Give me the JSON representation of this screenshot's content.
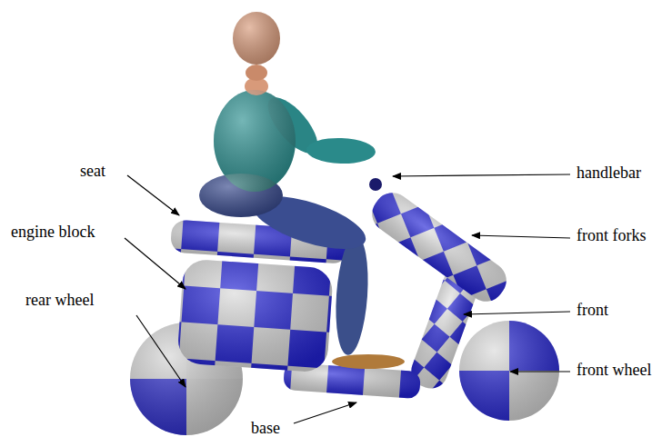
{
  "diagram": {
    "labels": [
      "seat",
      "engine block",
      "rear wheel",
      "handlebar",
      "front forks",
      "front",
      "front wheel",
      "base"
    ]
  }
}
